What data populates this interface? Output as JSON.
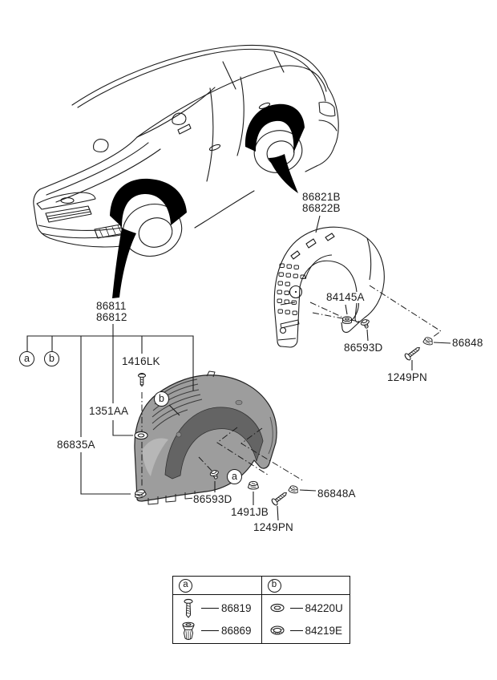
{
  "diagram": {
    "front_guard": {
      "code1": "86811",
      "code2": "86812"
    },
    "rear_guard": {
      "code1": "86821B",
      "code2": "86822B"
    },
    "front_callouts": {
      "screw_top": "1416LK",
      "grommet": "1351AA",
      "guard": "86835A",
      "bolt": "86593D",
      "clip_center": "1491JB",
      "screw": "1249PN",
      "clip_right": "86848A"
    },
    "rear_callouts": {
      "nut": "84145A",
      "bolt": "86593D",
      "clip": "86848",
      "screw": "1249PN"
    },
    "markers": {
      "a": "a",
      "b": "b"
    }
  },
  "legend": {
    "columns": [
      {
        "marker": "a",
        "items": [
          {
            "code": "86819"
          },
          {
            "code": "86869"
          }
        ]
      },
      {
        "marker": "b",
        "items": [
          {
            "code": "84220U"
          },
          {
            "code": "84219E"
          }
        ]
      }
    ]
  },
  "colors": {
    "line": "#1c1c1c",
    "liner": "#9d9d9d",
    "liner_dark": "#646464",
    "highlight": "#000000",
    "background": "#ffffff"
  }
}
